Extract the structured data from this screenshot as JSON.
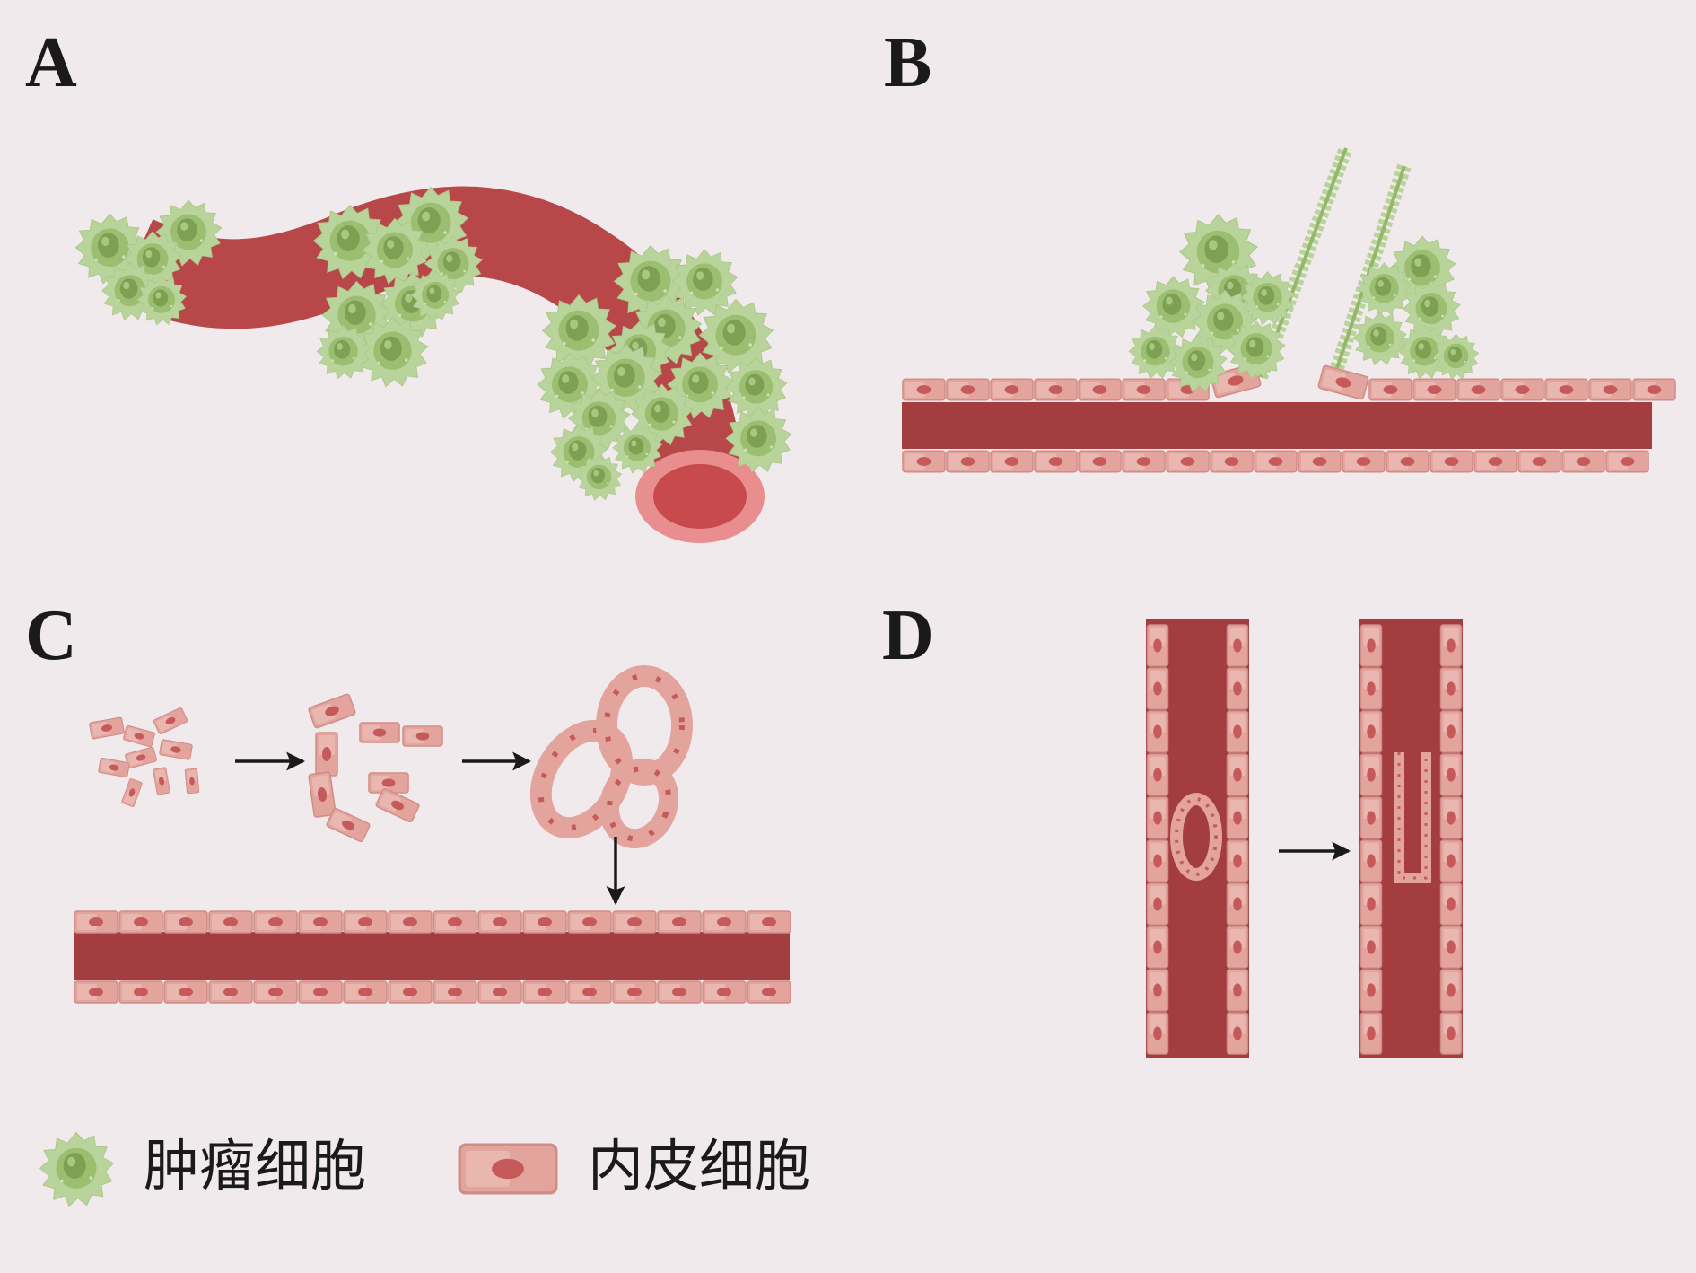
{
  "panels": {
    "a": {
      "label": "A"
    },
    "b": {
      "label": "B"
    },
    "c": {
      "label": "C"
    },
    "d": {
      "label": "D"
    }
  },
  "legend": {
    "tumor_cell": {
      "label": "肿瘤细胞",
      "icon": "tumor-cell-icon"
    },
    "endothelial_cell": {
      "label": "内皮细胞",
      "icon": "endothelial-cell-icon"
    }
  },
  "colors": {
    "background": "#f0eaed",
    "vessel_lumen": "#a33d40",
    "vessel_outer": "#b8474a",
    "vessel_rim": "#e88e8e",
    "endothelial_fill": "#e3a49e",
    "endothelial_nucleus": "#c65a5a",
    "tumor_outer": "#b9d49a",
    "tumor_inner": "#95b868",
    "tumor_nucleus": "#7ea052",
    "arrow": "#1a1a1a"
  }
}
